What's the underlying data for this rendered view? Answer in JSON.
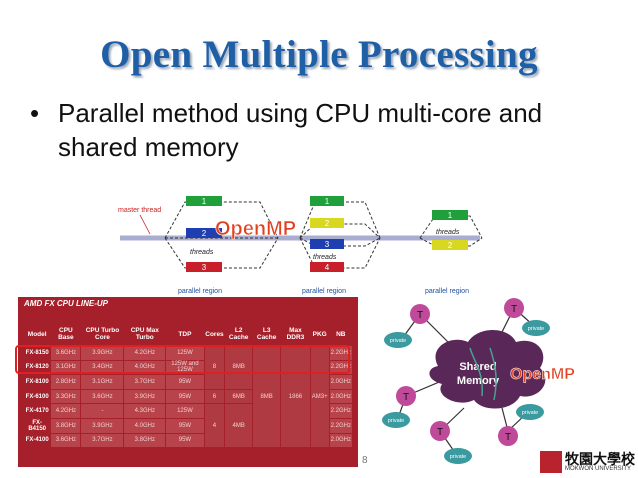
{
  "slide": {
    "title": "Open Multiple Processing",
    "bullet_symbol": "•",
    "bullet_text": "Parallel method using CPU multi-core and shared memory",
    "page_number": "8"
  },
  "fork_join_diagram": {
    "master_thread_label": "master thread",
    "openmp_label": "OpenMP",
    "threads_label": "threads",
    "parallel_region_label": "parallel region",
    "region1_threads": [
      "1",
      "2",
      "3"
    ],
    "region2_threads": [
      "1",
      "2",
      "3",
      "4"
    ],
    "region3_threads": [
      "1",
      "2"
    ],
    "colors": {
      "green": "#1fa03a",
      "blue": "#1f3fb0",
      "red": "#c8202a",
      "yellow": "#d8d820"
    }
  },
  "cpu_table": {
    "title": "AMD FX CPU LINE-UP",
    "headers": [
      "Model",
      "CPU Base",
      "CPU Turbo Core",
      "CPU Max Turbo",
      "TDP",
      "Cores",
      "L2 Cache",
      "L3 Cache",
      "Max DDR3",
      "PKG",
      "NB"
    ],
    "rows": [
      [
        "FX-8150",
        "3.6GHz",
        "3.9GHz",
        "4.2GHz",
        "125W",
        "2.2GHz"
      ],
      [
        "FX-8120",
        "3.1GHz",
        "3.4GHz",
        "4.0GHz",
        "125W and 125W",
        "2.2GHz"
      ],
      [
        "FX-8100",
        "2.8GHz",
        "3.1GHz",
        "3.7GHz",
        "95W",
        "2.0GHz"
      ],
      [
        "FX-6100",
        "3.3GHz",
        "3.6GHz",
        "3.9GHz",
        "95W",
        "2.0GHz"
      ],
      [
        "FX-4170",
        "4.2GHz",
        "-",
        "4.3GHz",
        "125W",
        "2.2GHz"
      ],
      [
        "FX-B4150",
        "3.8GHz",
        "3.9GHz",
        "4.0GHz",
        "95W",
        "2.2GHz"
      ],
      [
        "FX-4100",
        "3.6GHz",
        "3.7GHz",
        "3.8GHz",
        "95W",
        "2.0GHz"
      ]
    ],
    "merged": {
      "cores_8": "8",
      "l2_8": "8MB",
      "cores_6": "6",
      "l2_6": "6MB",
      "cores_4": "4",
      "l2_4": "4MB",
      "l3": "8MB",
      "ddr": "1866",
      "pkg": "AM3+"
    }
  },
  "shared_memory_diagram": {
    "center_label": "Shared Memory",
    "openmp_label": "OpenMP",
    "thread_label": "T",
    "private_label": "private"
  },
  "footer": {
    "logo_chinese": "牧園大學校",
    "logo_english": "MOKWON UNIVERSITY"
  }
}
